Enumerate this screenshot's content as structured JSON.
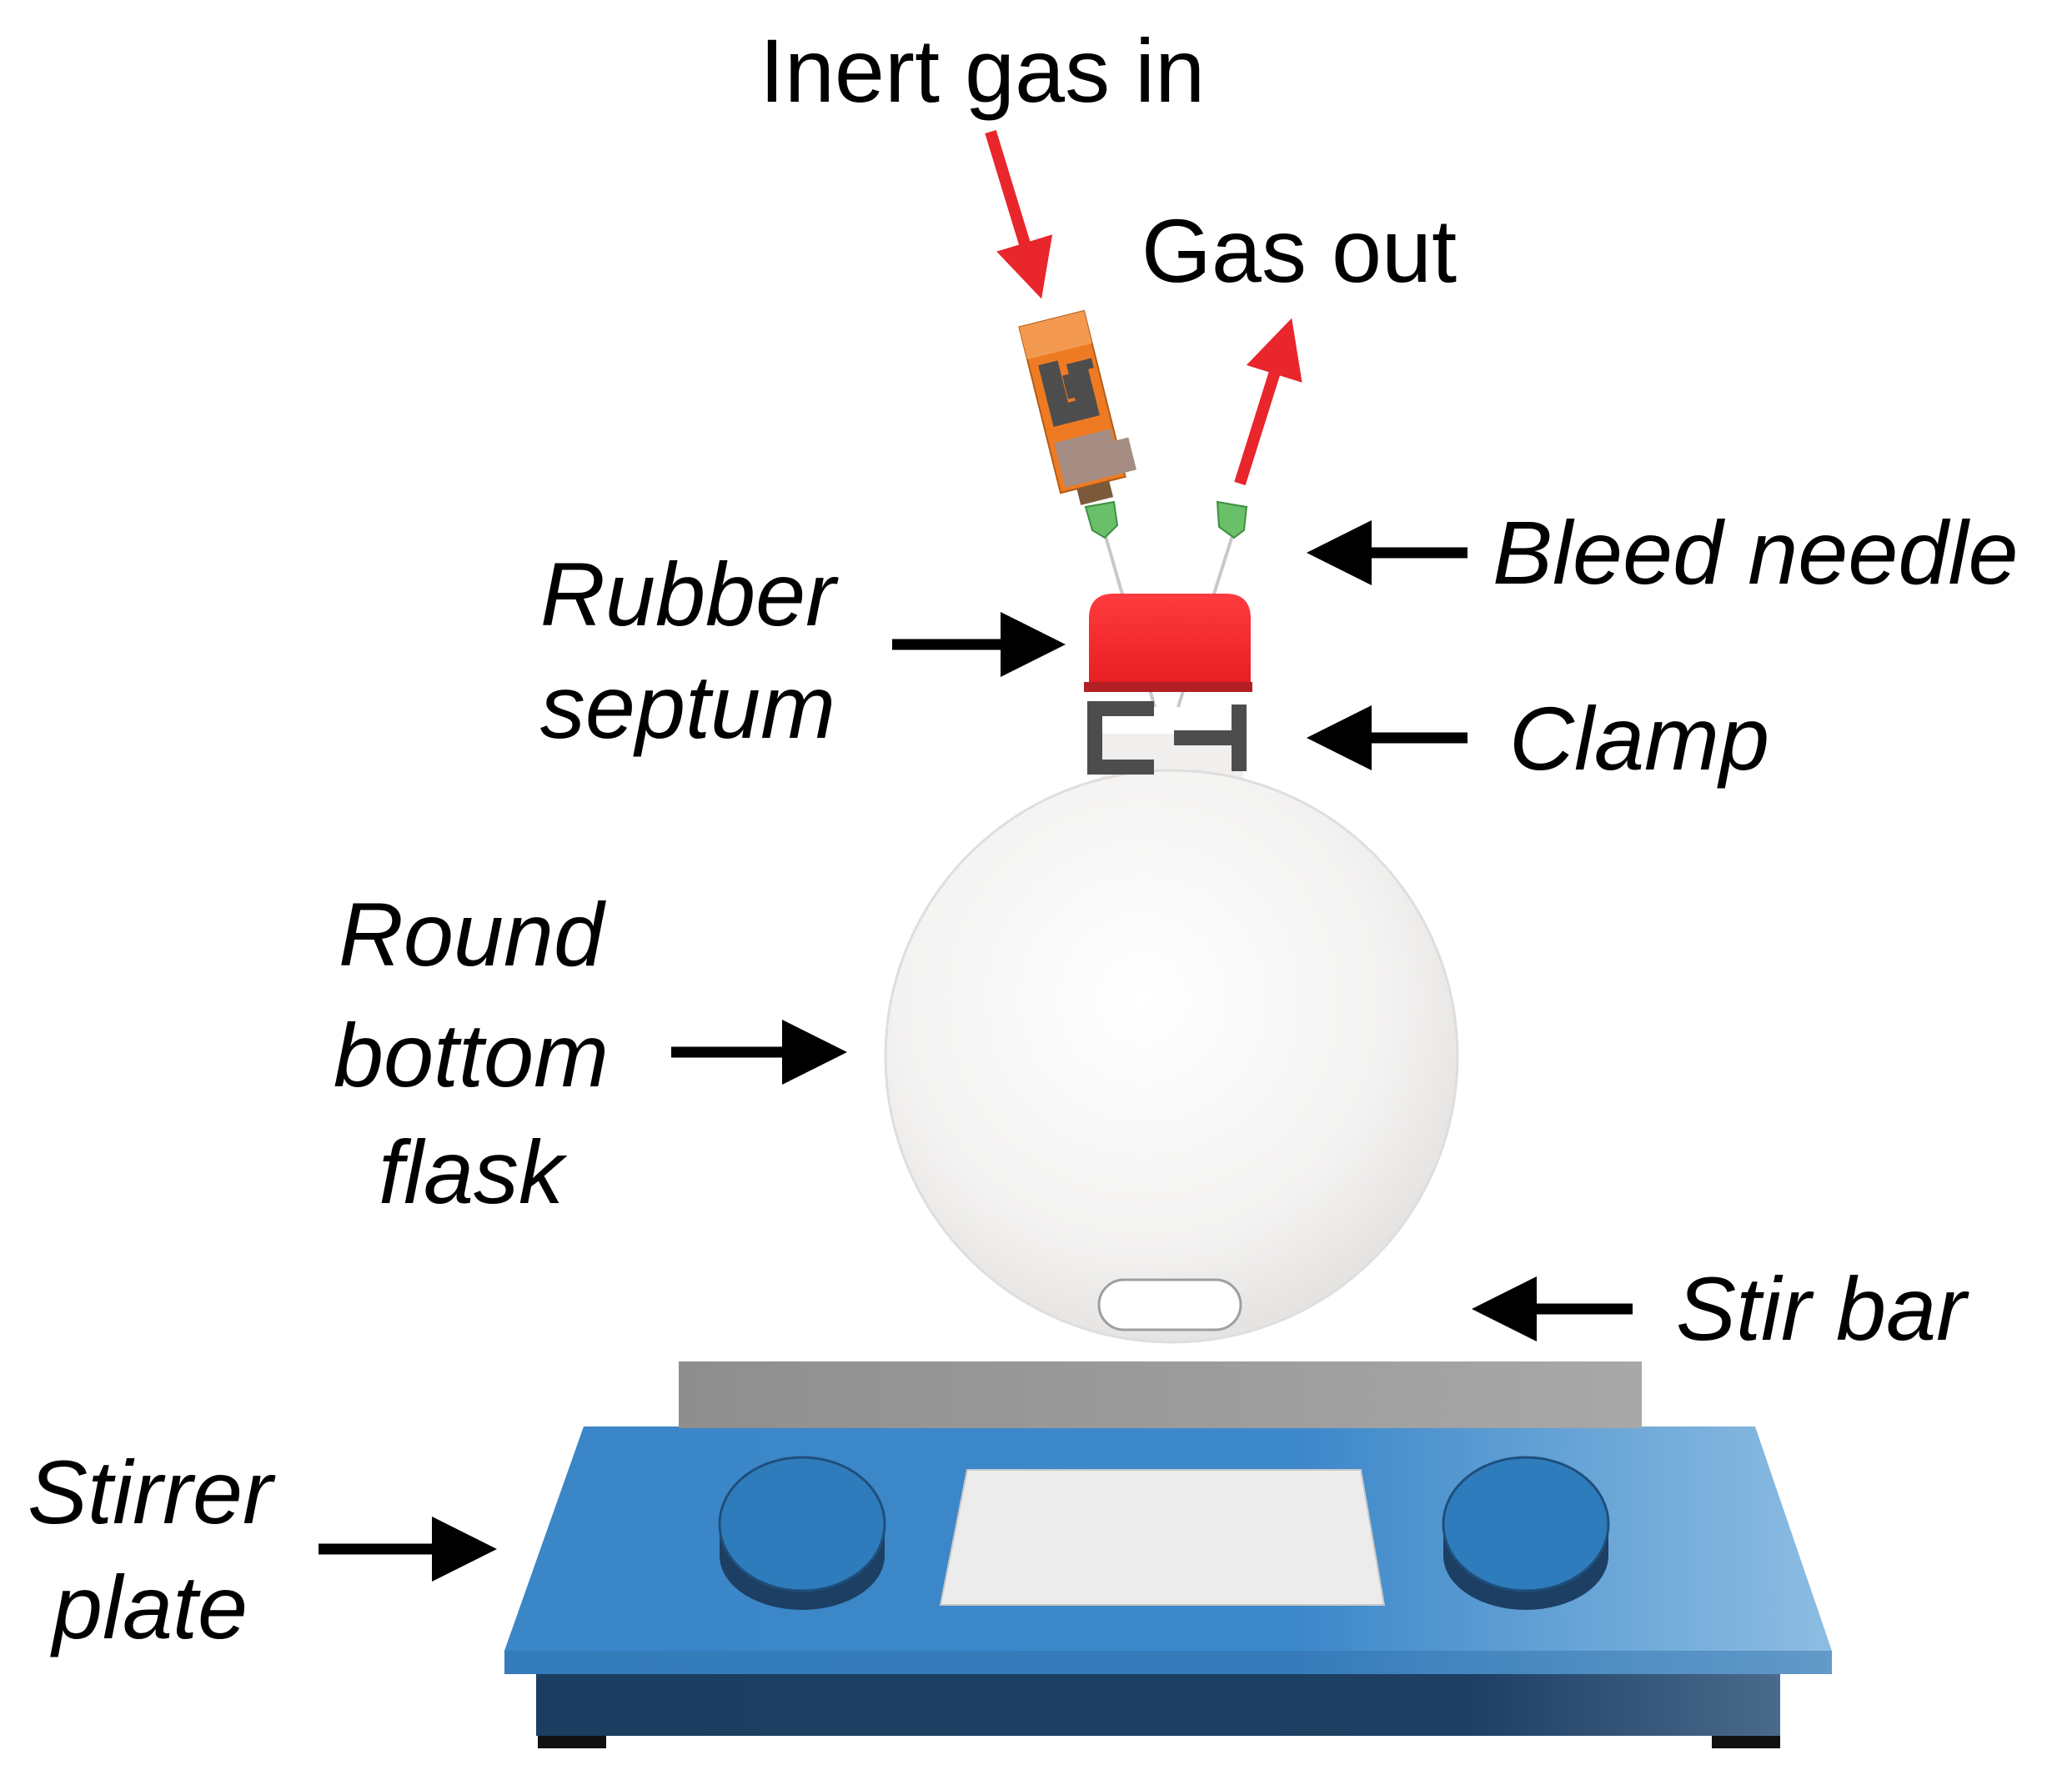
{
  "labels": {
    "inert_gas_in": "Inert gas in",
    "gas_out": "Gas out",
    "bleed_needle": "Bleed needle",
    "rubber_septum_1": "Rubber",
    "rubber_septum_2": "septum",
    "clamp": "Clamp",
    "round_bottom_flask_1": "Round",
    "round_bottom_flask_2": "bottom",
    "round_bottom_flask_3": "flask",
    "stir_bar": "Stir bar",
    "stirrer_plate_1": "Stirrer",
    "stirrer_plate_2": "plate"
  },
  "colors": {
    "gas_arrow": "#e8262b",
    "pointer_arrow": "#000000",
    "septum": "#f2262b",
    "clamp": "#4d4d4d",
    "flask": "#f2f1f0",
    "plate_top": "#3b86c8",
    "plate_base": "#1d3f63",
    "platform": "#9d9d9d",
    "needle_hub": "#6abf69",
    "syringe_body": "#ee7b23"
  },
  "icons": {
    "syringe": "syringe-icon",
    "needle": "needle-icon"
  }
}
